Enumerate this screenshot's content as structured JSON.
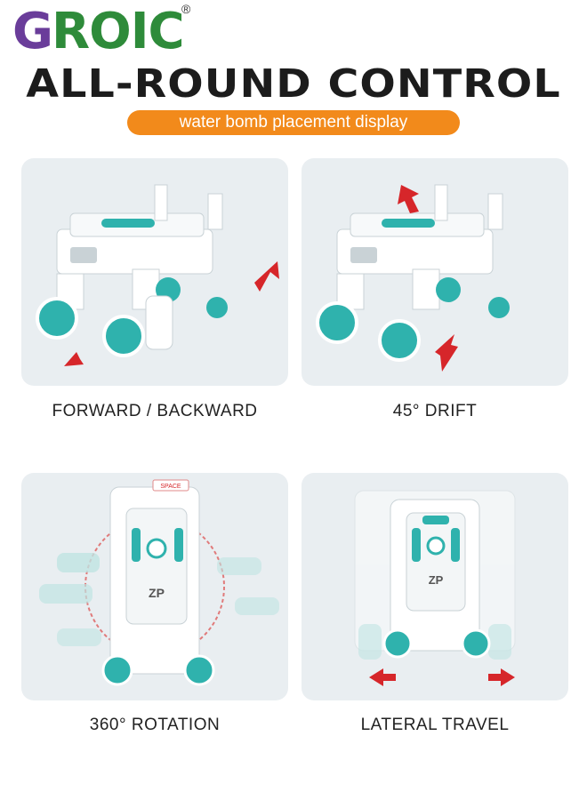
{
  "brand": {
    "logo_text_g": "G",
    "logo_text_rest": "ROIC",
    "registered": "®"
  },
  "headline": "ALL-ROUND CONTROL",
  "subtitle": "water bomb placement display",
  "panels": [
    {
      "caption": "FORWARD / BACKWARD"
    },
    {
      "caption": "45° DRIFT"
    },
    {
      "caption": "360° ROTATION"
    },
    {
      "caption": "LATERAL TRAVEL"
    }
  ],
  "robot_labels": {
    "plate": "ZP",
    "badge": "SPACE"
  },
  "colors": {
    "accent_orange": "#f28a1b",
    "logo_purple": "#6a3d9a",
    "logo_green": "#2e8b3a",
    "arrow_red": "#d6262a",
    "teal": "#2fb2ad",
    "panel_bg": "#e9eef1"
  }
}
